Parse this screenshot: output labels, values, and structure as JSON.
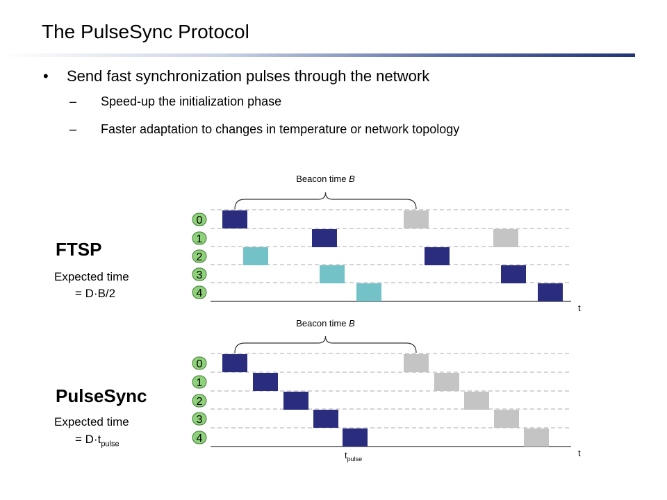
{
  "slide": {
    "title": "The PulseSync Protocol",
    "bullet": "Send fast synchronization pulses through the network",
    "subbullets": [
      "Speed-up the initialization phase",
      "Faster adaptation to changes in temperature or network topology"
    ]
  },
  "colors": {
    "title_rule": "#1f3575",
    "dark_pulse": "#2a2d7e",
    "teal_pulse": "#72c2c8",
    "grey_pulse": "#c4c4c4",
    "node_badge": "#8fd17a",
    "dash_line": "#aaaaaa"
  },
  "diagrams": [
    {
      "method": "FTSP",
      "expected_label": "Expected time",
      "expected_formula": "= D·B/2",
      "expected_sub": "",
      "brace_label": "Beacon time ",
      "brace_var": "B",
      "axis_label": "t",
      "nodes": [
        "0",
        "1",
        "2",
        "3",
        "4"
      ],
      "pulses": [
        {
          "node": 0,
          "color": "dark"
        },
        {
          "node": 0,
          "color": "grey"
        },
        {
          "node": 1,
          "color": "dark"
        },
        {
          "node": 1,
          "color": "grey"
        },
        {
          "node": 2,
          "color": "teal"
        },
        {
          "node": 2,
          "color": "dark"
        },
        {
          "node": 3,
          "color": "teal"
        },
        {
          "node": 3,
          "color": "dark"
        },
        {
          "node": 4,
          "color": "teal"
        },
        {
          "node": 4,
          "color": "dark"
        }
      ],
      "time_marker": ""
    },
    {
      "method": "PulseSync",
      "expected_label": "Expected time",
      "expected_formula": "= D·t",
      "expected_sub": "pulse",
      "brace_label": "Beacon time ",
      "brace_var": "B",
      "axis_label": "t",
      "nodes": [
        "0",
        "1",
        "2",
        "3",
        "4"
      ],
      "pulses": [
        {
          "node": 0,
          "color": "dark"
        },
        {
          "node": 0,
          "color": "grey"
        },
        {
          "node": 1,
          "color": "dark"
        },
        {
          "node": 1,
          "color": "grey"
        },
        {
          "node": 2,
          "color": "dark"
        },
        {
          "node": 2,
          "color": "grey"
        },
        {
          "node": 3,
          "color": "dark"
        },
        {
          "node": 3,
          "color": "grey"
        },
        {
          "node": 4,
          "color": "dark"
        },
        {
          "node": 4,
          "color": "grey"
        }
      ],
      "time_marker": "t",
      "time_marker_sub": "pulse"
    }
  ]
}
